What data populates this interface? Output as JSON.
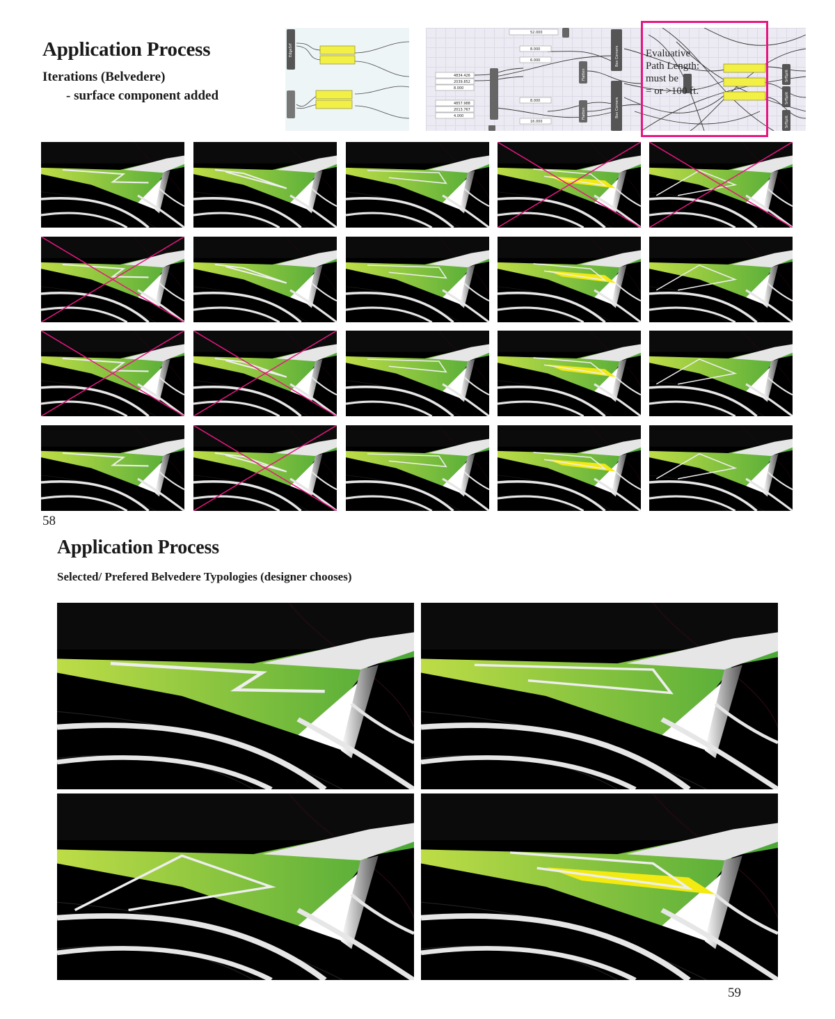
{
  "top_section": {
    "title": "Application Process",
    "subtitle": "Iterations (Belvedere)",
    "subnote": "- surface component added",
    "page_number": "58"
  },
  "gh_panel": {
    "note_lines": [
      "Evaluative",
      "Path Length:",
      "must be",
      "= or >100 ft."
    ],
    "labels": [
      "EdgeSrf",
      "Box Corners",
      "Box Corners",
      "Flatten",
      "Flatten",
      "SrfSplit",
      "SrfSplit",
      "SrfSplit",
      "Slider"
    ],
    "slider_values": [
      "52.000",
      "8.000",
      "6.000",
      "4834.426",
      "2039.852",
      "8.000",
      "4857.988",
      "2013.767",
      "4.000",
      "8.000",
      "16.000"
    ],
    "highlight_color": "#e5177f",
    "component_color": "#f2ef45"
  },
  "thumbnails": {
    "rows": 4,
    "cols": 5,
    "crossed": [
      [
        false,
        false,
        false,
        true,
        true
      ],
      [
        true,
        false,
        false,
        false,
        false
      ],
      [
        true,
        true,
        false,
        false,
        false
      ],
      [
        false,
        true,
        false,
        false,
        false
      ]
    ],
    "cross_color": "#e5177f"
  },
  "bottom_section": {
    "title": "Application Process",
    "subtitle": "Selected/ Prefered Belvedere Typologies (designer chooses)",
    "page_number": "59"
  },
  "colors": {
    "background": "#000000",
    "surface_green": "#8fce3a",
    "surface_light": "#c8e84a",
    "surface_yellow": "#f2ea10",
    "path_white": "#e6e6e6"
  }
}
